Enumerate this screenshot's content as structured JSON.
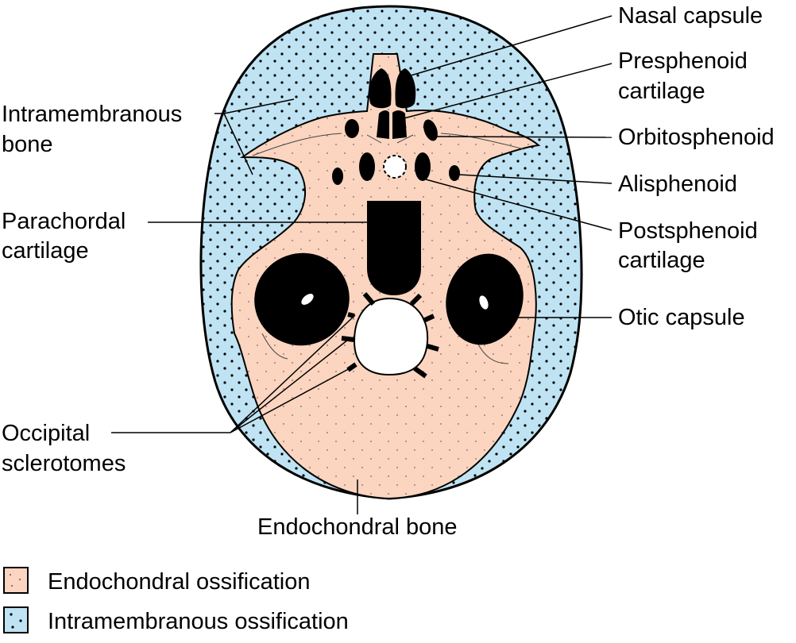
{
  "diagram": {
    "labels": {
      "nasal_capsule": "Nasal capsule",
      "presphenoid_1": "Presphenoid",
      "presphenoid_2": "cartilage",
      "orbitosphenoid": "Orbitosphenoid",
      "alisphenoid": "Alisphenoid",
      "postsphenoid_1": "Postsphenoid",
      "postsphenoid_2": "cartilage",
      "otic_capsule": "Otic capsule",
      "intramembranous_bone_1": "Intramembranous",
      "intramembranous_bone_2": "bone",
      "parachordal_1": "Parachordal",
      "parachordal_2": "cartilage",
      "occipital_1": "Occipital",
      "occipital_2": "sclerotomes",
      "endochondral_bone": "Endochondral bone"
    },
    "legend": [
      {
        "label": "Endochondral ossification",
        "color": "#fbd5c0"
      },
      {
        "label": "Intramembranous ossification",
        "color": "#bfe3f2"
      }
    ],
    "colors": {
      "endochondral": "#fbd5c0",
      "intramembranous": "#bfe3f2",
      "cartilage": "#000000",
      "outline": "#000000"
    }
  }
}
